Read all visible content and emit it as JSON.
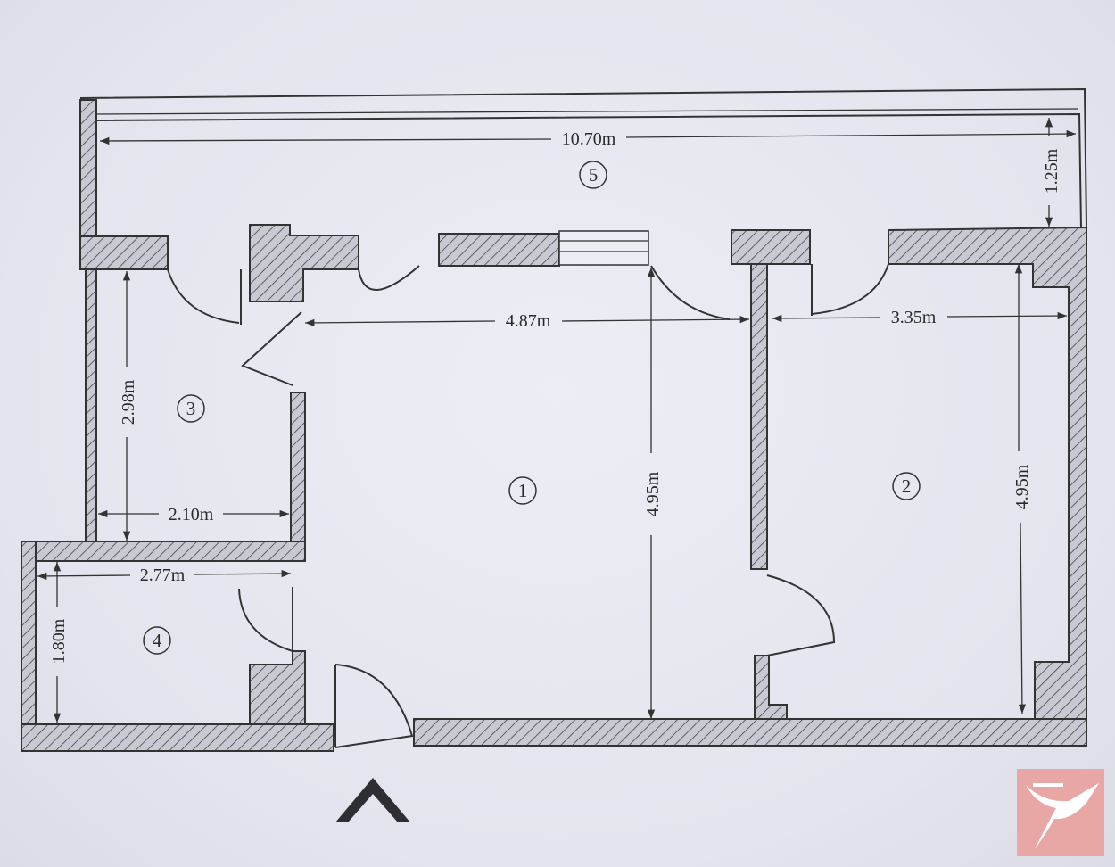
{
  "dimensions": {
    "total_width": "10.70m",
    "balcony_depth": "1.25m",
    "room1_width": "4.87m",
    "room1_depth": "4.95m",
    "room2_width": "3.35m",
    "room2_depth": "4.95m",
    "room3_depth": "2.98m",
    "room3_width": "2.10m",
    "room4_width": "2.77m",
    "room4_depth": "1.80m"
  },
  "rooms": {
    "r1": "1",
    "r2": "2",
    "r3": "3",
    "r4": "4",
    "r5": "5"
  },
  "icons": {
    "entrance_arrow": "north-chevron-icon",
    "logo": "bird-logo-icon"
  },
  "colors": {
    "paper": "#e7e7f0",
    "ink": "#333333",
    "logo_bg": "#e8a7a5",
    "logo_mark": "#ffffff"
  }
}
